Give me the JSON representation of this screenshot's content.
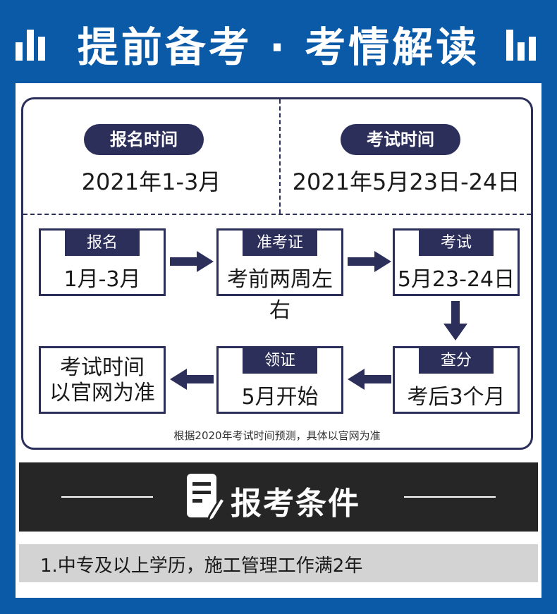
{
  "header": {
    "title": "提前备考 · 考情解读",
    "left_icon": "bar-chart-icon",
    "right_icon": "bar-chart-icon"
  },
  "registration": {
    "label": "报名时间",
    "date": "2021年1-3月"
  },
  "exam": {
    "label": "考试时间",
    "date": "2021年5月23日-24日"
  },
  "flow": [
    {
      "tab": "报名",
      "value": "1月-3月"
    },
    {
      "tab": "准考证",
      "value": "考前两周左右"
    },
    {
      "tab": "考试",
      "value": "5月23-24日"
    },
    {
      "tab": "查分",
      "value": "考后3个月"
    },
    {
      "tab": "领证",
      "value": "5月开始"
    },
    {
      "lines": [
        "考试时间",
        "以官网为准"
      ]
    }
  ],
  "note": "根据2020年考试时间预测，具体以官网为准",
  "conditions": {
    "title": "报考条件",
    "icon": "document-pen-icon",
    "items": [
      "1.中专及以上学历，施工管理工作满2年"
    ]
  },
  "colors": {
    "brand_blue": "#0a5aa8",
    "navy": "#2c2f5a",
    "dark_band": "#262626",
    "row_gray": "#d3d3d3"
  }
}
